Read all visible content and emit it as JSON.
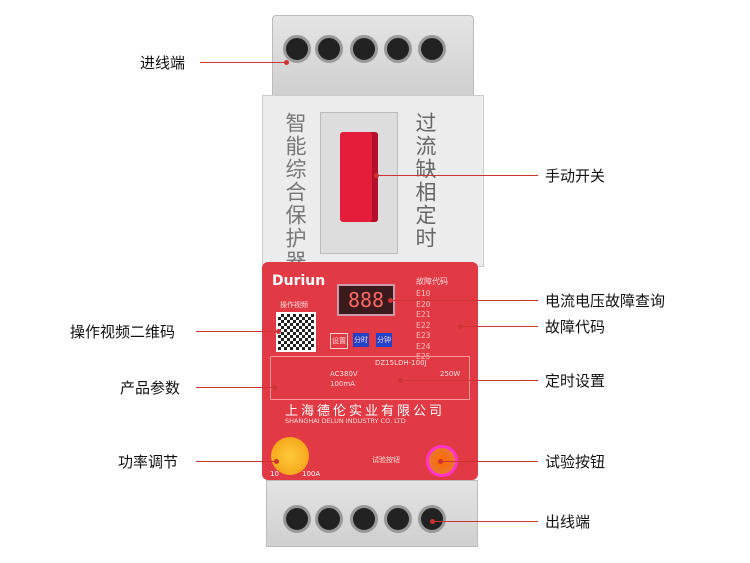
{
  "labels": {
    "left": [
      "进线端",
      "操作视频二维码",
      "产品参数",
      "功率调节"
    ],
    "right": [
      "手动开关",
      "电流电压故障查询",
      "故障代码",
      "定时设置",
      "试验按钮",
      "出线端"
    ]
  },
  "device": {
    "left_text": "智能综合保护器",
    "right_text": "过流缺相定时",
    "brand": "Duriun",
    "display": "888",
    "qr_caption": "操作视频",
    "fault_title": "故障代码",
    "fault_codes": [
      "E10",
      "E20",
      "E21",
      "E22",
      "E23",
      "E24",
      "E25"
    ],
    "buttons": [
      "设置",
      "分时",
      "分钟"
    ],
    "model": "DZ15LDH-100J",
    "params": [
      "AC380V",
      "100mA",
      "250W"
    ],
    "company": "上海德伦实业有限公司",
    "company_en": "SHANGHAI DELUN INDUSTRY CO. LTD",
    "knob_min": "10",
    "knob_max": "100A",
    "test_label": "试验按钮"
  }
}
